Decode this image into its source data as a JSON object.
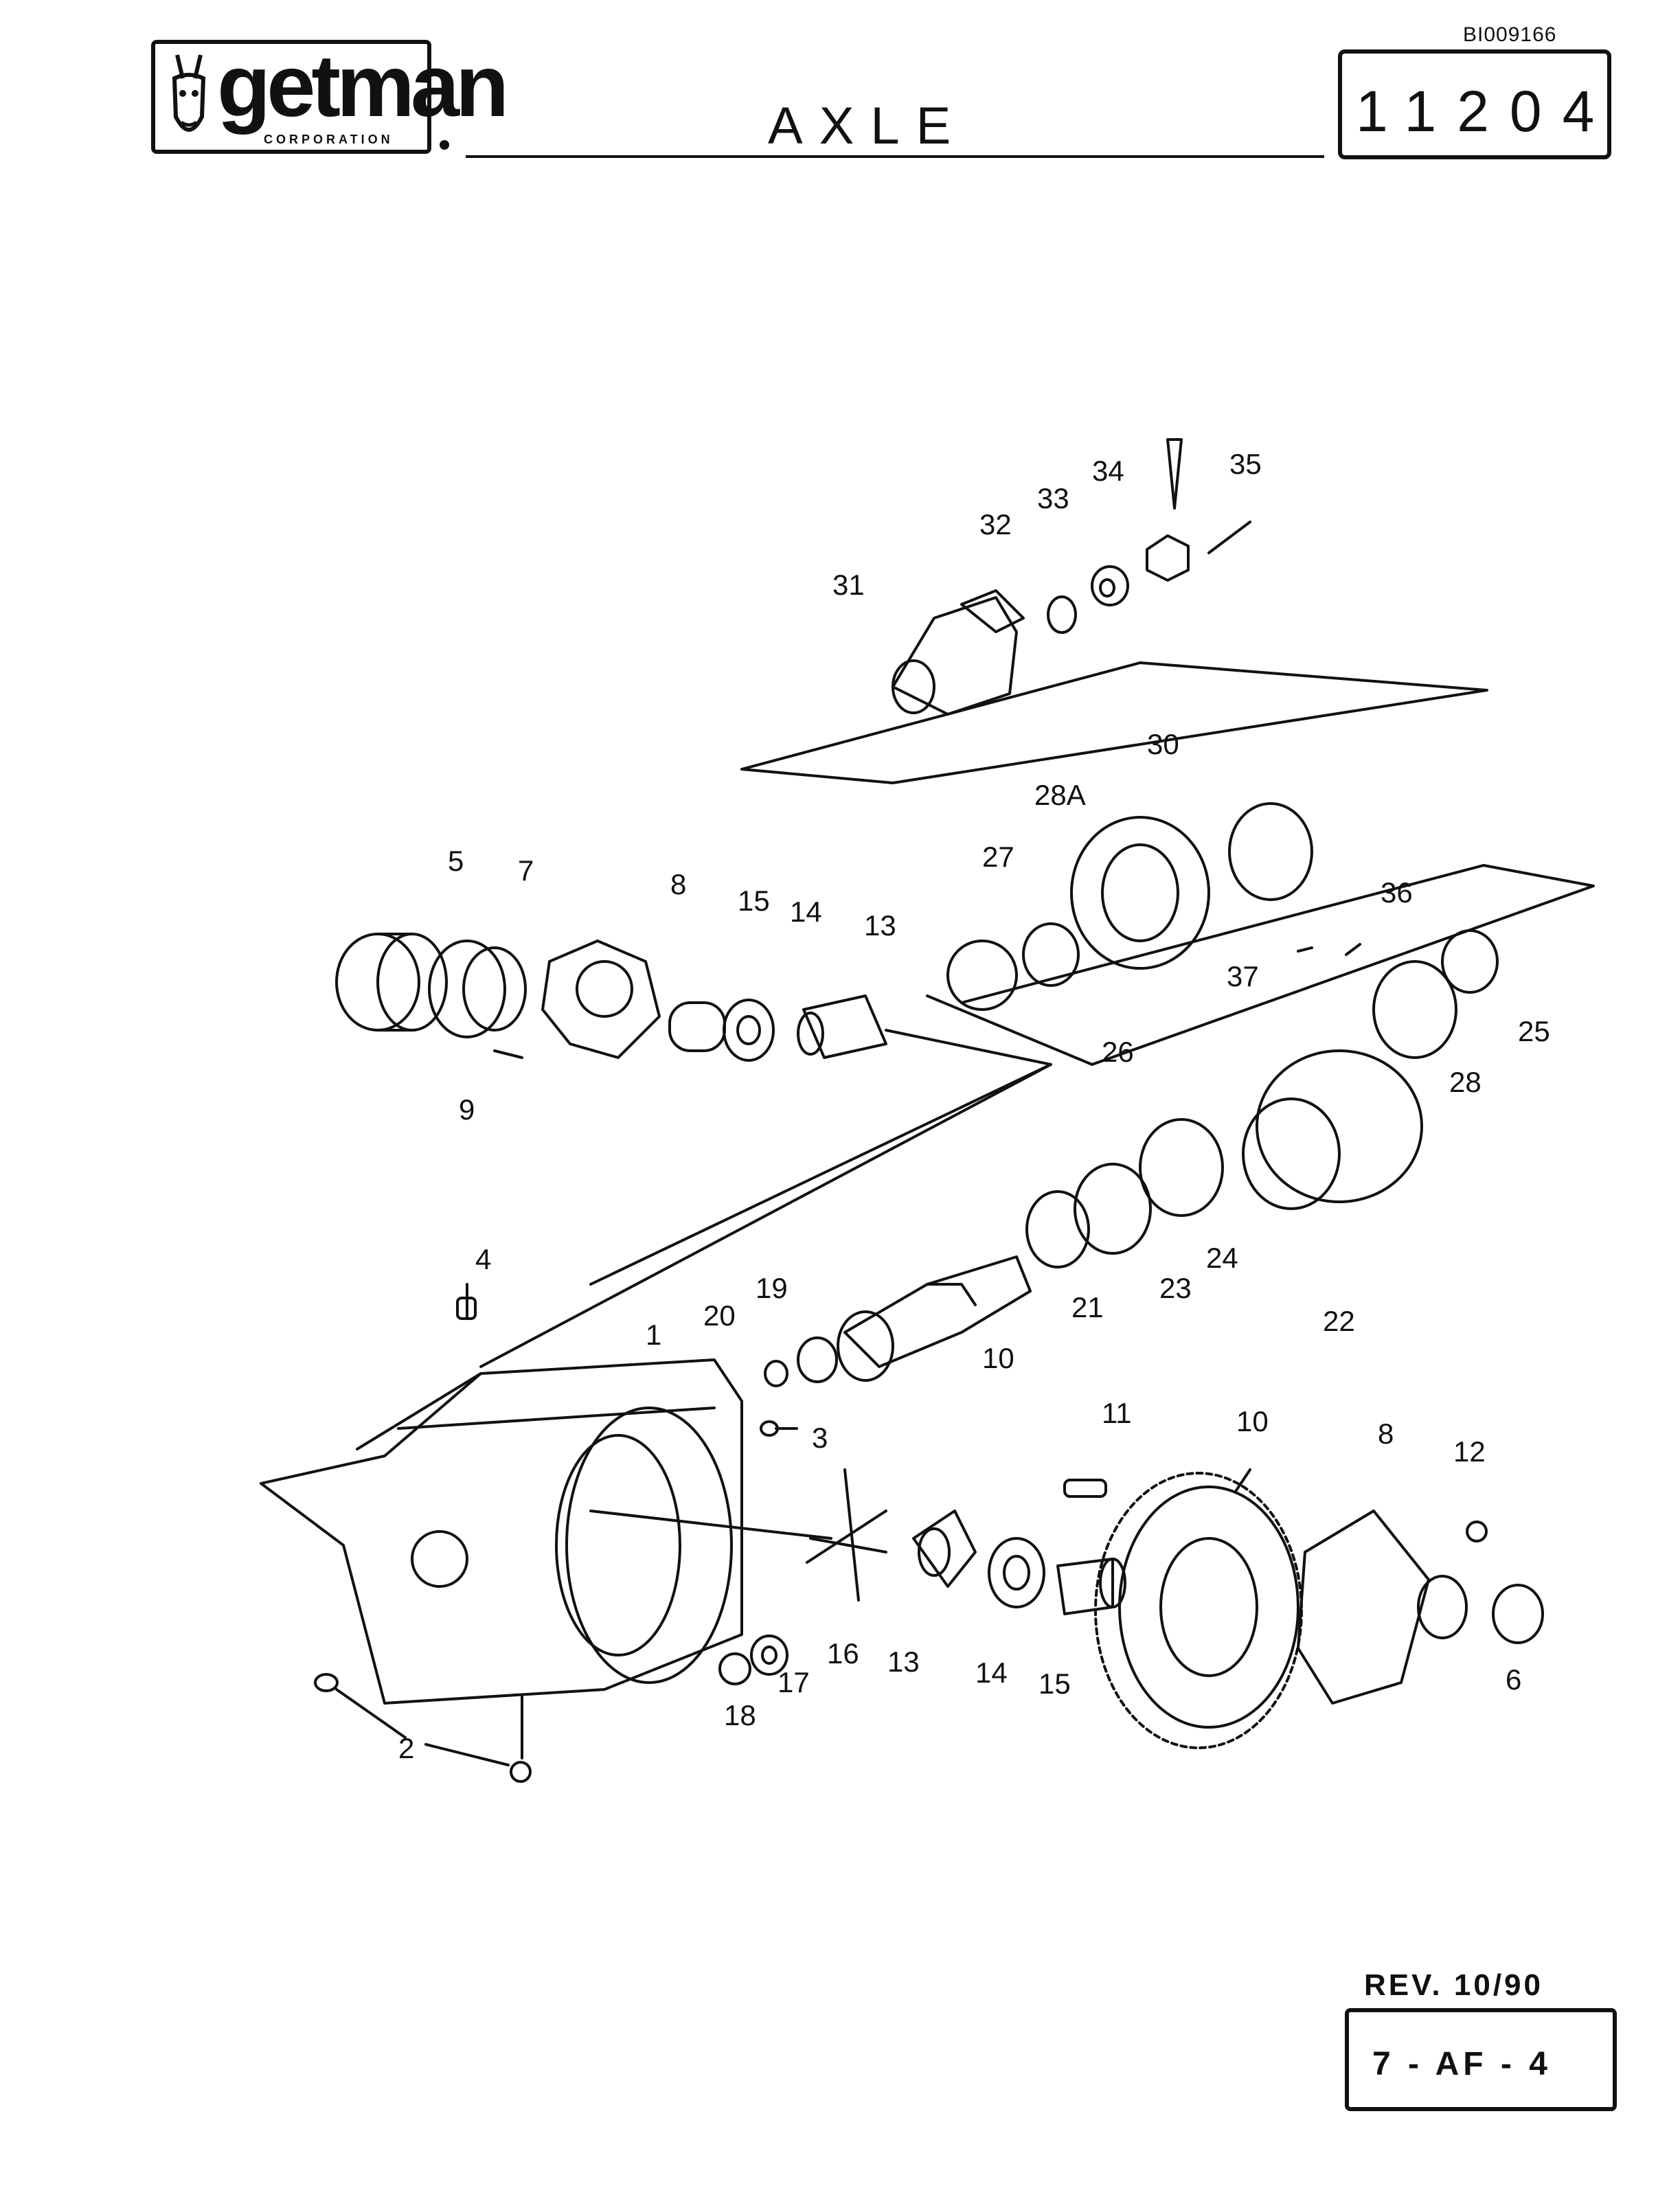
{
  "header": {
    "doc_id": "BI009166",
    "logo_word": "getman",
    "logo_sub": "CORPORATION",
    "title": "AXLE",
    "page_number": "11204"
  },
  "footer": {
    "revision": "REV. 10/90",
    "section_code": "7 - AF - 4"
  },
  "callouts": {
    "c1": "1",
    "c2": "2",
    "c3": "3",
    "c4": "4",
    "c5": "5",
    "c6": "6",
    "c7": "7",
    "c8a": "8",
    "c8b": "8",
    "c9": "9",
    "c10a": "10",
    "c10b": "10",
    "c11": "11",
    "c12": "12",
    "c13a": "13",
    "c13b": "13",
    "c14a": "14",
    "c14b": "14",
    "c15a": "15",
    "c15b": "15",
    "c16": "16",
    "c17": "17",
    "c18": "18",
    "c19": "19",
    "c20": "20",
    "c21": "21",
    "c22": "22",
    "c23": "23",
    "c24": "24",
    "c25": "25",
    "c26": "26",
    "c27": "27",
    "c28": "28",
    "c28a": "28A",
    "c30": "30",
    "c31": "31",
    "c32": "32",
    "c33": "33",
    "c34": "34",
    "c35": "35",
    "c36": "36",
    "c37": "37"
  }
}
